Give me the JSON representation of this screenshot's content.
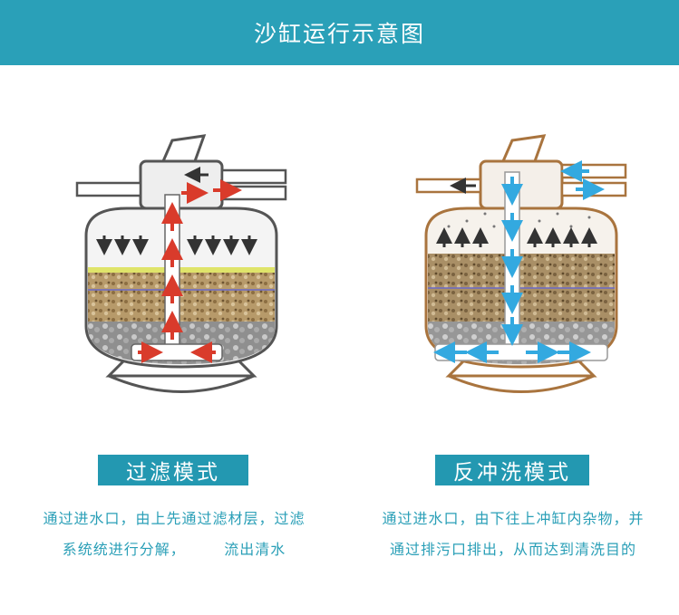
{
  "header": {
    "title": "沙缸运行示意图"
  },
  "colors": {
    "header_bg": "#2aa0b8",
    "label_bg": "#2398b1",
    "desc_text": "#2a9fb7",
    "filter_arrow": "#d93b2b",
    "backwash_arrow": "#33a9e0",
    "tank_outline_filter": "#555555",
    "tank_outline_backwash": "#a9743e"
  },
  "filter_mode": {
    "label": "过滤模式",
    "desc_lines": [
      "通过进水口，由上先通过滤材层，过滤",
      "系统统进行分解，       流出清水"
    ]
  },
  "backwash_mode": {
    "label": "反冲洗模式",
    "desc_lines": [
      "通过进水口，由下往上冲缸内杂物，并",
      "通过排污口排出，从而达到清洗目的"
    ]
  }
}
